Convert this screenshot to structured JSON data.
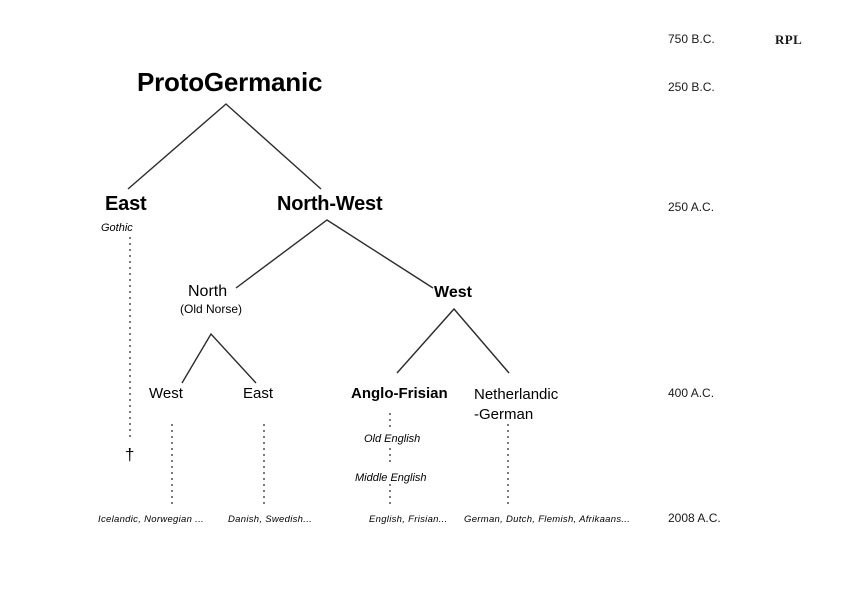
{
  "diagram": {
    "title_node": {
      "label": "ProtoGermanic"
    },
    "credit": "RPL",
    "dagger_symbol": "†",
    "era_axis": [
      {
        "label": "750 B.C."
      },
      {
        "label": "250 B.C."
      },
      {
        "label": "250 A.C."
      },
      {
        "label": "400 A.C."
      },
      {
        "label": "2008 A.C."
      }
    ],
    "tier1": [
      {
        "label": "East"
      },
      {
        "label": "North-West"
      }
    ],
    "tier2": [
      {
        "label": "North",
        "sublabel": "(Old Norse)"
      },
      {
        "label": "West"
      }
    ],
    "tier3": [
      {
        "label": "West"
      },
      {
        "label": "East"
      },
      {
        "label": "Anglo-Frisian"
      },
      {
        "label": "Netherlandic",
        "label_line2": "-German"
      }
    ],
    "stages": [
      {
        "label": "Gothic"
      },
      {
        "label": "Old English"
      },
      {
        "label": "Middle English"
      }
    ],
    "leaves": [
      {
        "label": "Icelandic, Norwegian ..."
      },
      {
        "label": "Danish, Swedish..."
      },
      {
        "label": "English, Frisian..."
      },
      {
        "label": "German, Dutch, Flemish, Afrikaans..."
      }
    ]
  },
  "colors": {
    "background": "#ffffff",
    "text": "#000000",
    "branch": "#2b2b2b",
    "dotted": "#7a7a7a"
  }
}
